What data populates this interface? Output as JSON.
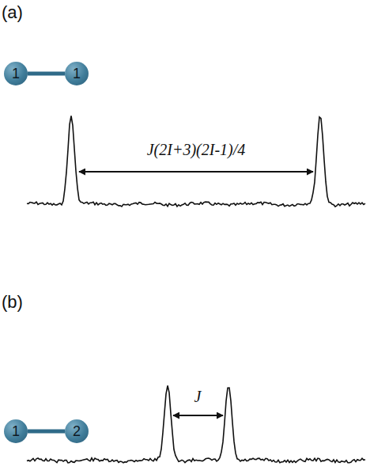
{
  "diagram": {
    "nodes": [
      {
        "text": [
          "1"
        ]
      },
      {
        "text": [
          "1"
        ]
      },
      {
        "text": [
          "1"
        ]
      },
      {
        "text": [
          "2"
        ]
      }
    ],
    "edges": [
      {
        "from": 0,
        "to": 1,
        "arrow": "none"
      },
      {
        "from": 2,
        "to": 3,
        "arrow": "none"
      }
    ],
    "labels": [
      "(a)",
      "J(2I+3)(2I-1)/4",
      "(b)",
      "J"
    ]
  }
}
